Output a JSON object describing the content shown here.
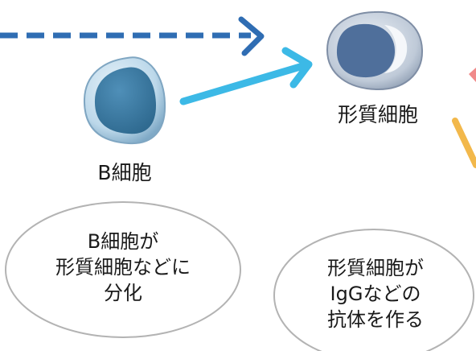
{
  "labels": {
    "b_cell": "B細胞",
    "plasma_cell": "形質細胞"
  },
  "bubbles": {
    "left": [
      "B細胞が",
      "形質細胞などに",
      "分化"
    ],
    "right": [
      "形質細胞が",
      "IgGなどの",
      "抗体を作る"
    ]
  },
  "colors": {
    "dashed_arrow": "#2f6db3",
    "solid_arrow": "#3cb9e6",
    "b_cell_fill": "#3f80a8",
    "b_cell_membrane": "#bcd8ea",
    "plasma_cell_fill": "#4f6f9b",
    "plasma_cell_membrane": "#b8c5d6",
    "orange_arrow": "#f2b84b",
    "pink_arrow": "#f08a8a",
    "bubble_border": "#b3b3b3"
  }
}
